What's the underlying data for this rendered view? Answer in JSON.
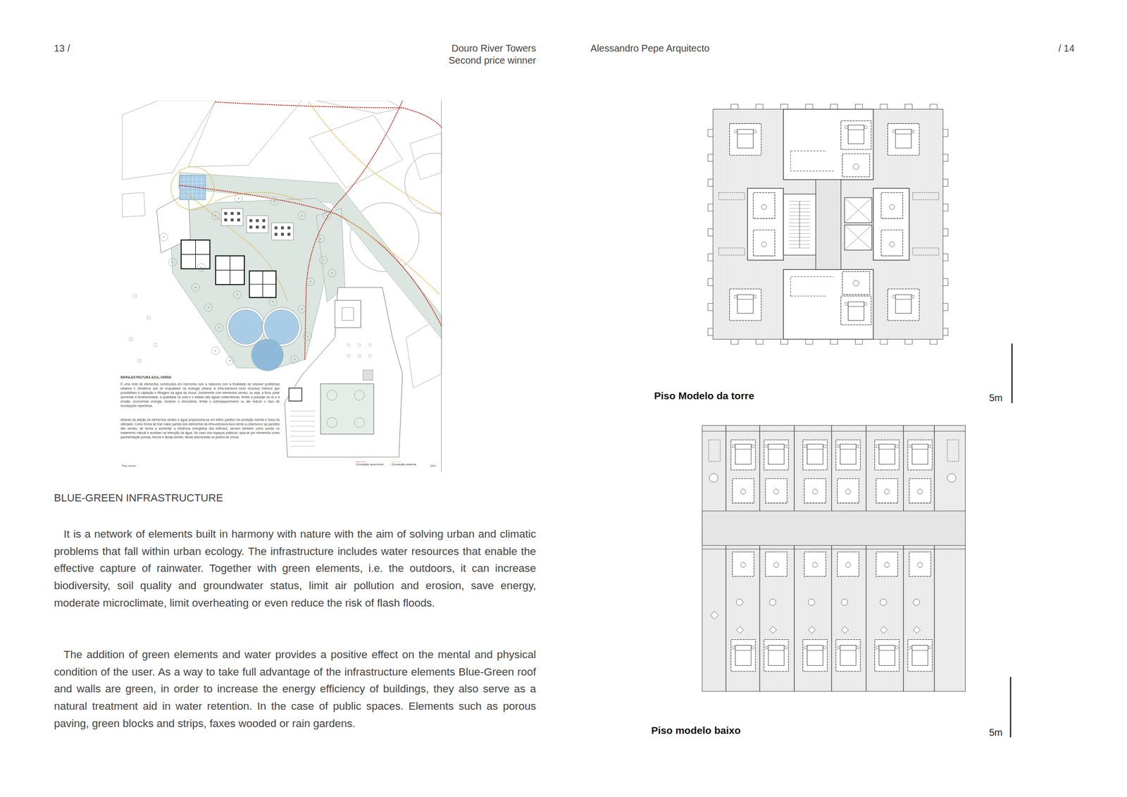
{
  "diagram": {
    "labels": [
      "13 /",
      "Douro River Towers",
      "Second price winner",
      "Alessandro Pepe Arquitecto",
      "/ 14",
      "INFRA-ESTRUTURA AZUL-VERDE",
      "É uma rede de elementos construídos em harmonia com a natureza com a finalidade de resolver problemas urbanos e climáticos que se enquadram na ecologia urbana. A infra-estrutura inclui recursos hídricos que possibilitam a captação e filtragem da água da chuva. Juntamente com elementos verdes, ou seja, a flora, pode aumentar a biodiversidade, a qualidade do solo e o estado das águas subterrâneas, limitar a poluição do ar e a erosão, economizar energia, moderar o microclima, limitar o sobreaquecimento ou até reduzir o risco de inundações repentinas.",
      "Através da adição de elementos verdes e água proporciona-se um efeito positivo na condição mental e física do utilizador. Como forma de tirar maior partido dos elementos da infra-estrutura Azul-Verde a cobertura e as paredes são verdes, de forma a aumentar a eficiência energética dos edifícios, servem também como auxílio no tratamento natural e auxiliam na retenção da água. No caso dos espaços públicos, opta-se por elementos como pavimentação porosa, blocos e faixas verdes, faixas arborizadas ou jardins de chuva.",
      "Piso térreo",
      "20m",
      "BLUE-GREEN INFRASTRUCTURE",
      "It is a network of elements built in harmony with nature with the aim of solving urban and climatic problems that fall within urban ecology. The infrastructure includes water resources that enable the effective capture of rainwater. Together with green elements, i.e. the outdoors, it can increase biodiversity, soil quality and groundwater status, limit air pollution and erosion, save energy, moderate microclimate, limit overheating or even reduce the risk of flash floods.",
      "The addition of green elements and water provides a positive effect on the mental and physical condition of the user. As a way to take full advantage of the infrastructure elements Blue-Green roof and walls are green, in order to increase the energy efficiency of buildings, they also serve as a natural treatment aid in water retention. In the case of public spaces. Elements such as porous paving, green blocks and strips, faxes wooded or rain gardens.",
      "Piso Modelo da torre",
      "5m",
      "Piso modelo baixo",
      "5m"
    ],
    "legend": [
      {
        "text": "Circulação automóvel"
      },
      {
        "text": "Circulação pedonal"
      }
    ]
  }
}
